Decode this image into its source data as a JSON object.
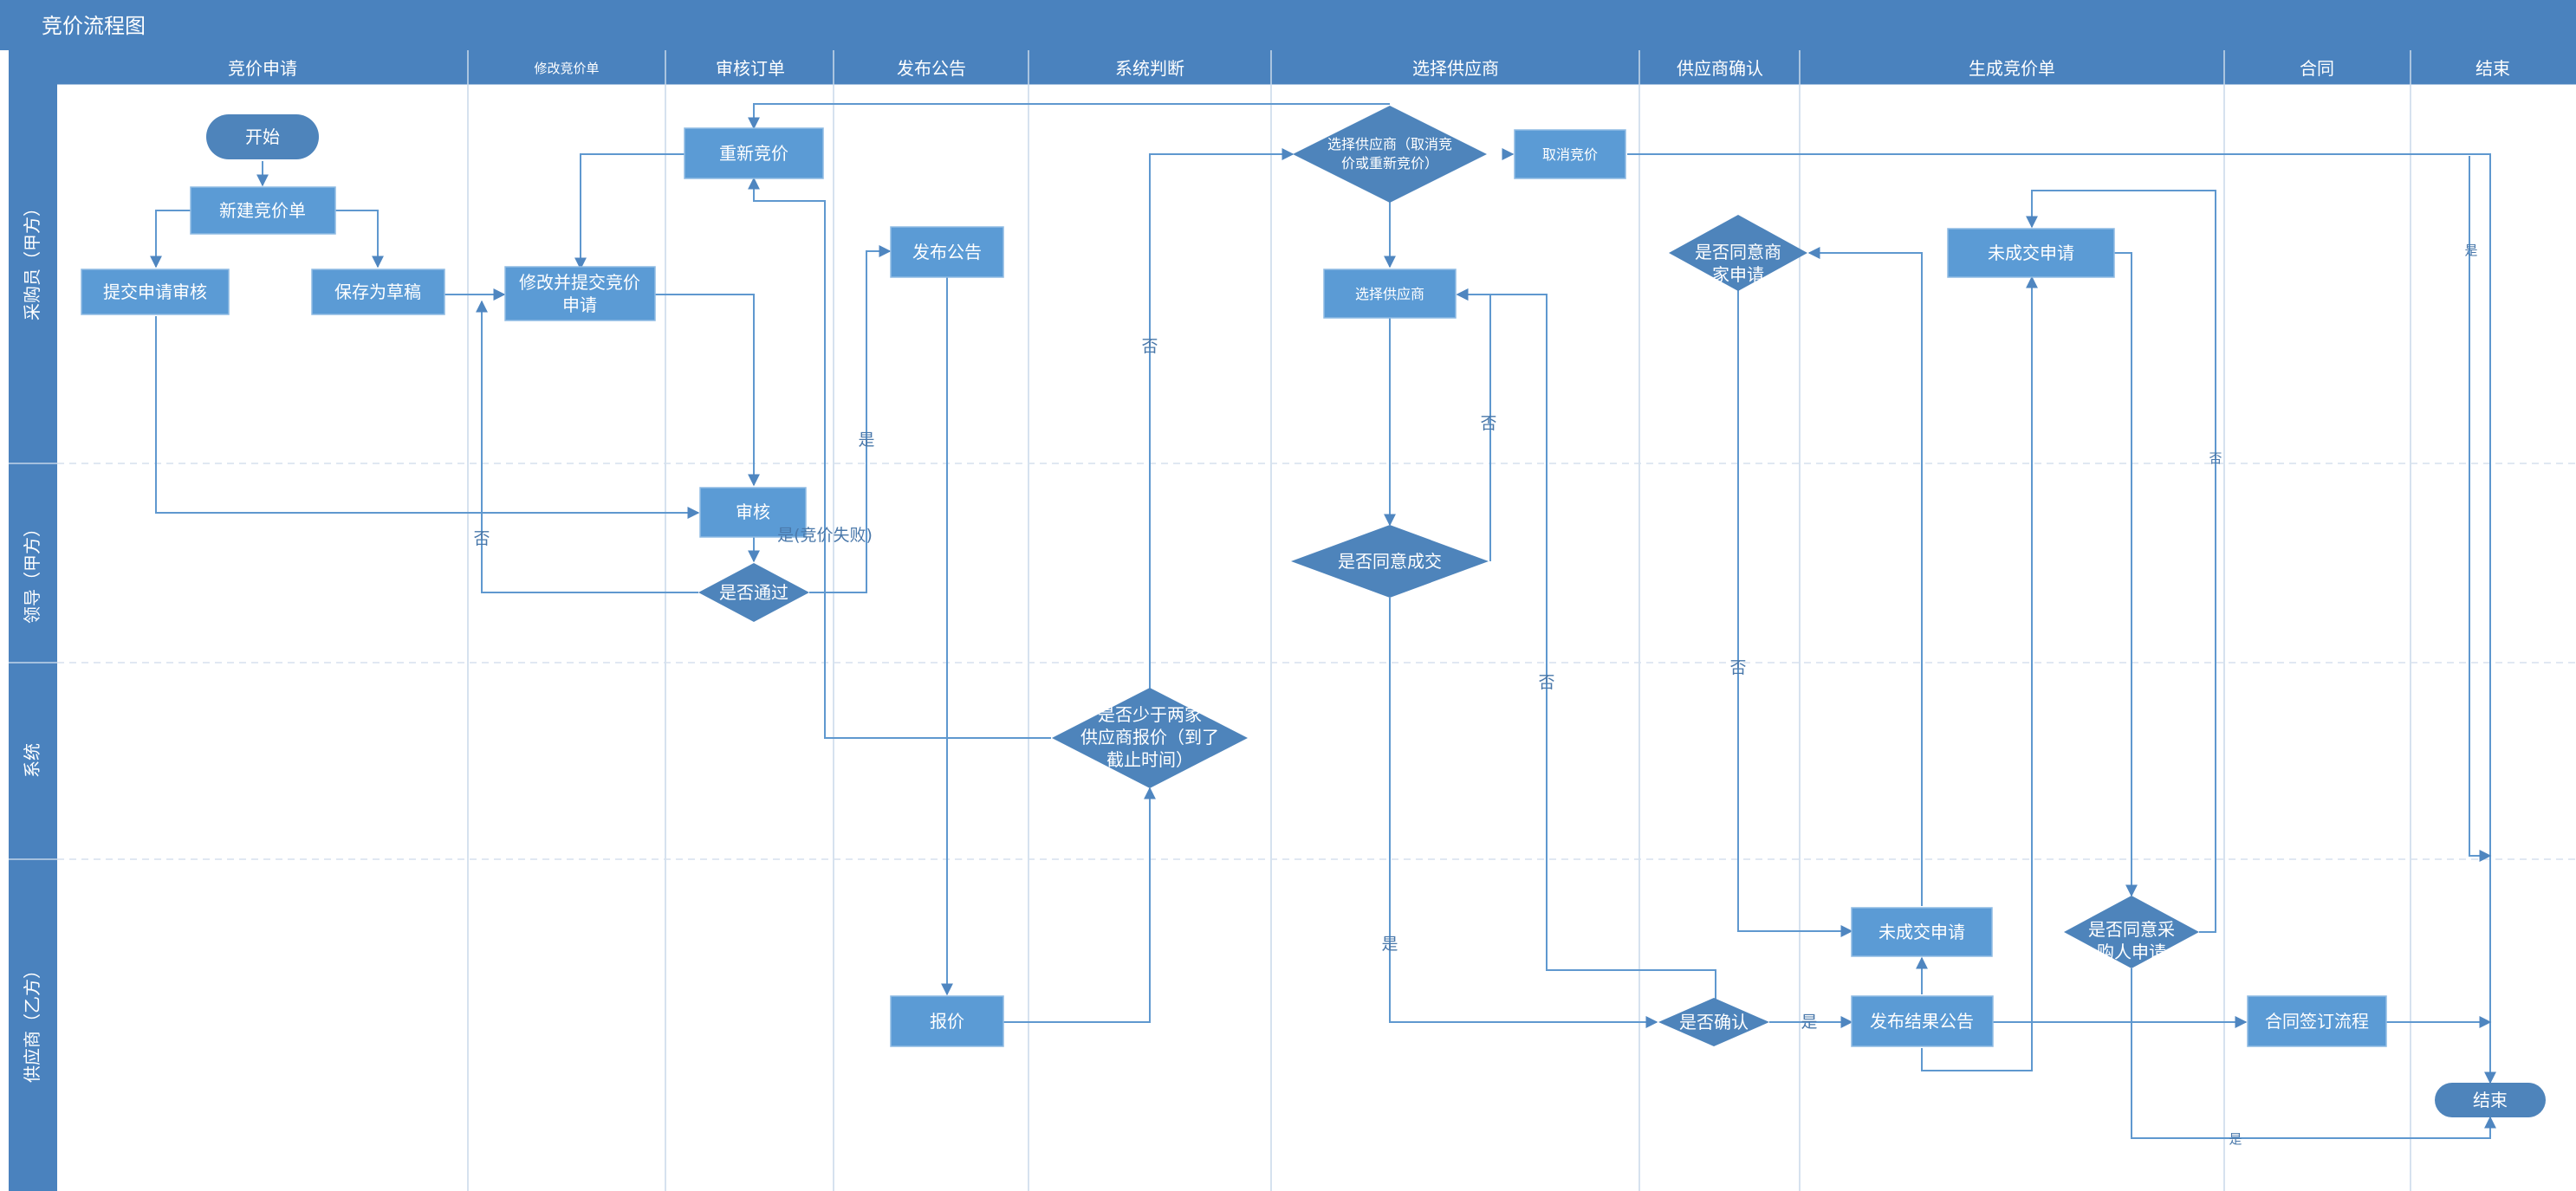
{
  "title": "竞价流程图",
  "colors": {
    "header": "#4a82be",
    "lane_header": "#4a82be",
    "node": "#5b9bd5",
    "decision": "#4e84bb",
    "edge": "#5f98cf"
  },
  "columns": [
    "竞价申请",
    "修改竞价单",
    "审核订单",
    "发布公告",
    "系统判断",
    "选择供应商",
    "供应商确认",
    "生成竞价单",
    "合同",
    "结束"
  ],
  "lanes": [
    "采购员（甲方）",
    "领导（甲方）",
    "系统",
    "供应商（乙方）"
  ],
  "nodes": {
    "start": "开始",
    "new_bid": "新建竞价单",
    "submit_review": "提交申请审核",
    "save_draft": "保存为草稿",
    "modify_submit_1": "修改并提交竞价",
    "modify_submit_2": "申请",
    "rebid": "重新竞价",
    "review": "审核",
    "pass_q": "是否通过",
    "publish_a": "发布公告",
    "quote": "报价",
    "sys_q_1": "是否少于两家",
    "sys_q_2": "供应商报价（到了",
    "sys_q_3": "截止时间）",
    "select_q_1": "选择供应商（取消竞",
    "select_q_2": "价或重新竞价）",
    "cancel_bid": "取消竞价",
    "select_supplier": "选择供应商",
    "agree_deal_q": "是否同意成交",
    "confirm_q": "是否确认",
    "agree_supplier_q_1": "是否同意商",
    "agree_supplier_q_2": "家申请",
    "fail_top": "未成交申请",
    "fail_bottom": "未成交申请",
    "publish_result": "发布结果公告",
    "agree_buyer_q_1": "是否同意采",
    "agree_buyer_q_2": "购人申请",
    "contract": "合同签订流程",
    "end": "结束"
  },
  "edge_labels": {
    "no_modify": "否",
    "yes_fail": "是(竞价失败)",
    "yes_publish": "是",
    "no_rebid": "否",
    "no_deal": "否",
    "no_confirm": "否",
    "yes_deal": "是",
    "yes_confirm": "是",
    "no_supplier": "否",
    "no_buyer": "否",
    "yes_cancel": "是",
    "yes_buyer": "是"
  }
}
